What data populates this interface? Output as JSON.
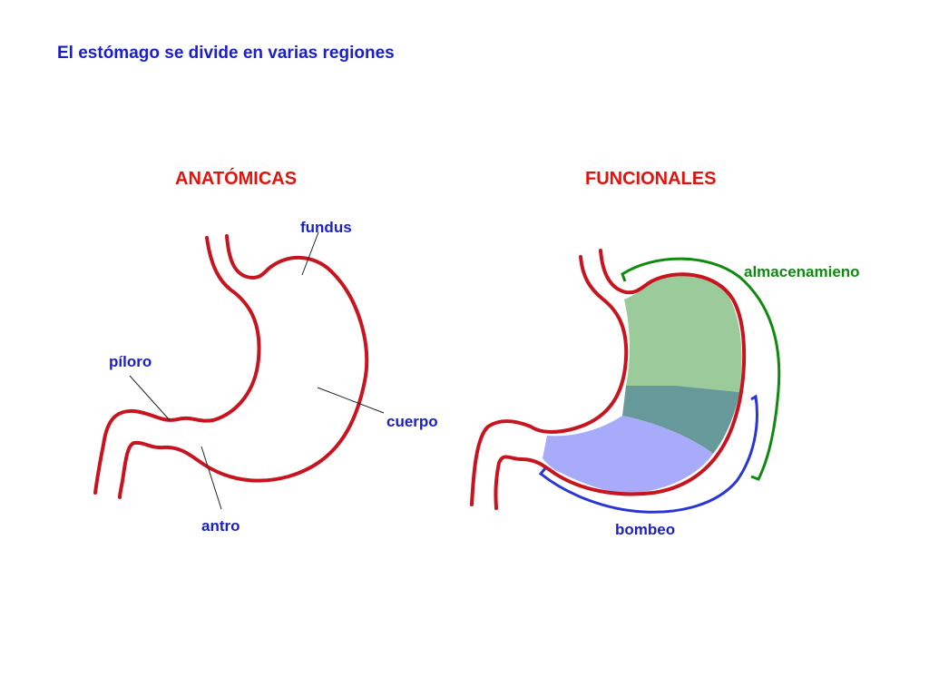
{
  "title": "El estómago se divide en varias regiones",
  "anatomical": {
    "heading": "ANATÓMICAS",
    "labels": {
      "fundus": "fundus",
      "piloro": "píloro",
      "cuerpo": "cuerpo",
      "antro": "antro"
    }
  },
  "functional": {
    "heading": "FUNCIONALES",
    "labels": {
      "storage": "almacenamieno",
      "pumping": "bombeo"
    }
  },
  "colors": {
    "title": "#1a1fc8",
    "heading": "#e0140c",
    "outline": "#c8141e",
    "label_blue": "#1a1fc8",
    "storage": "#0f8a0f",
    "storage_fill": "#9bcb9b",
    "overlap_fill": "#67999b",
    "pumping": "#2a35d8",
    "pumping_fill": "#a7abf9"
  }
}
